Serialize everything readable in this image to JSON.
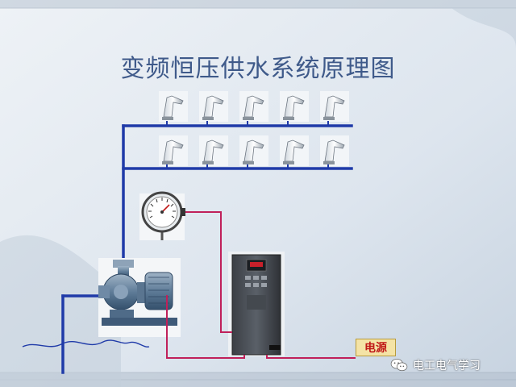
{
  "title": "变频恒压供水系统原理图",
  "power_label": "电源",
  "watermark": "电工电气学习",
  "icons": [
    "faucet-icon",
    "pressure-gauge-icon",
    "pump-icon",
    "inverter-icon",
    "wechat-icon"
  ],
  "colors": {
    "pipe": "#1f3aa8",
    "wire": "#c0205a",
    "title": "#3f5a8a",
    "label_bg": "#f4e3a6",
    "label_text": "#c01818"
  }
}
